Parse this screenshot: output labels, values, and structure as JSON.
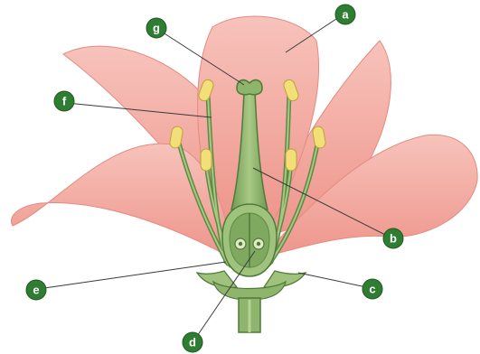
{
  "labels": {
    "a": "a",
    "b": "b",
    "c": "c",
    "d": "d",
    "e": "e",
    "f": "f",
    "g": "g"
  },
  "colors": {
    "petal": "#f2a39a",
    "petal_light": "#f6beb6",
    "petal_edge": "#e07d74",
    "green_dark": "#4f7a3c",
    "green": "#8db26c",
    "green_light": "#b9d296",
    "anther": "#f2de74",
    "badge": "#2f7d32",
    "leader": "#3a3a3a"
  }
}
